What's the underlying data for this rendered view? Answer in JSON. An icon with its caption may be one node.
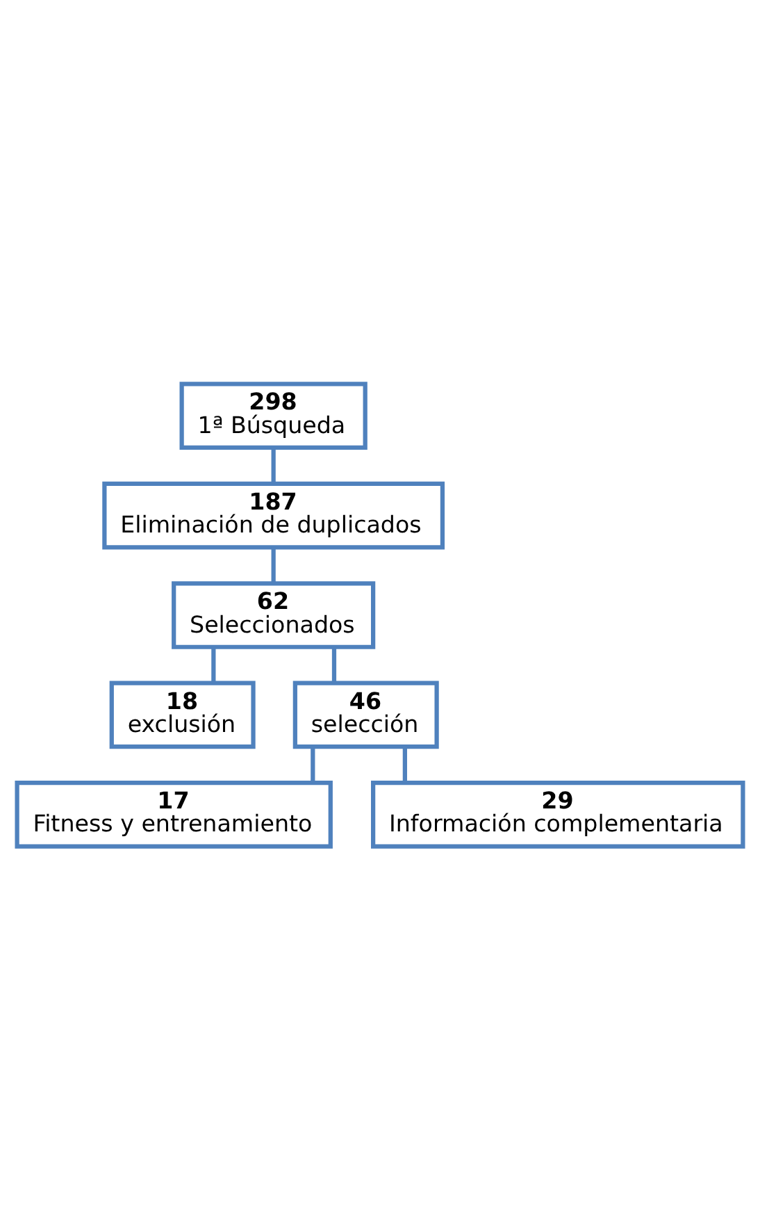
{
  "diagram": {
    "nodes": [
      {
        "text": [
          "298",
          "1ª Búsqueda"
        ]
      },
      {
        "text": [
          "187",
          "Eliminación de duplicados"
        ]
      },
      {
        "text": [
          "62",
          "Seleccionados"
        ]
      },
      {
        "text": [
          "18",
          "exclusión"
        ]
      },
      {
        "text": [
          "46",
          "selección"
        ]
      },
      {
        "text": [
          "17",
          "Fitness y entrenamiento"
        ]
      },
      {
        "text": [
          "29",
          "Información complementaria"
        ]
      }
    ],
    "edges": [
      {
        "from": 0,
        "to": 1,
        "arrow": "none"
      },
      {
        "from": 1,
        "to": 2,
        "arrow": "none"
      },
      {
        "from": 2,
        "to": 3,
        "arrow": "none"
      },
      {
        "from": 2,
        "to": 4,
        "arrow": "none"
      },
      {
        "from": 4,
        "to": 5,
        "arrow": "none"
      },
      {
        "from": 4,
        "to": 6,
        "arrow": "none"
      }
    ]
  }
}
